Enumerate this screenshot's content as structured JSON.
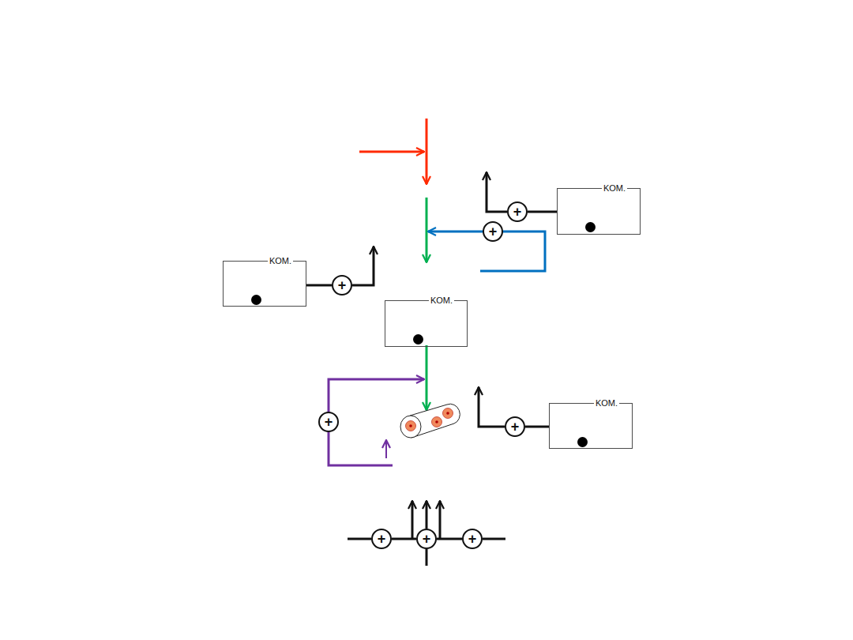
{
  "diagram": {
    "nodes": [
      {
        "text": [
          "KOM."
        ]
      },
      {
        "text": [
          "+"
        ]
      },
      {
        "text": [
          "+"
        ]
      },
      {
        "text": [
          "KOM."
        ]
      },
      {
        "text": [
          "+"
        ]
      },
      {
        "text": [
          "KOM."
        ]
      },
      {
        "text": [
          "KOM."
        ]
      },
      {
        "text": [
          "+"
        ]
      },
      {
        "text": [
          "+"
        ]
      },
      {
        "text": [
          "+"
        ]
      },
      {
        "text": [
          "+"
        ]
      },
      {
        "text": [
          "+"
        ]
      }
    ],
    "edges": [
      {
        "from": 0,
        "to": 1,
        "arrow": "none"
      },
      {
        "from": 3,
        "to": 4,
        "arrow": "none"
      },
      {
        "from": 6,
        "to": 8,
        "arrow": "none"
      },
      {
        "from": 9,
        "to": 10,
        "arrow": "none"
      },
      {
        "from": 10,
        "to": 11,
        "arrow": "none"
      }
    ]
  }
}
